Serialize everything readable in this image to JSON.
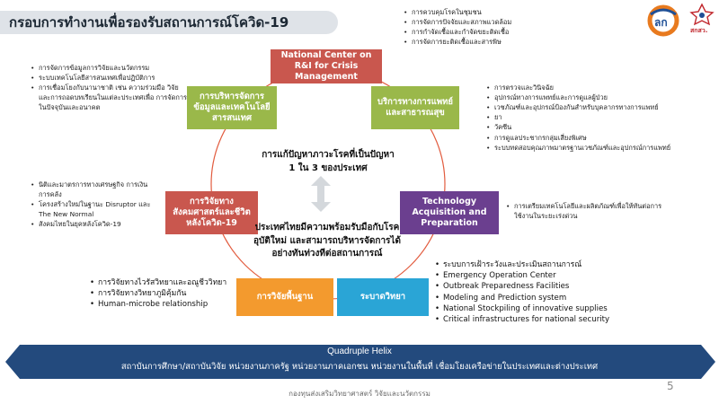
{
  "title": "กรอบการทำงานเพื่อรองรับสถานการณ์โควิด-19",
  "logos": {
    "secondary_text": "สกสว."
  },
  "nodes": {
    "center": "National Center on R&I for Crisis Management",
    "it": "การบริหารจัดการข้อมูลและเทคโนโลยีสารสนเทศ",
    "medical": "บริการทางการแพทย์และสาธารณสุข",
    "social": "การวิจัยทางสังคมศาสตร์และชีวิตหลังโควิด-19",
    "tech": "Technology Acquisition and Preparation",
    "basic": "การวิจัยพื้นฐาน",
    "epi": "ระบาดวิทยา"
  },
  "center_question": "การแก้ปัญหาภาวะโรคที่เป็นปัญหา 1 ใน 3 ของประเทศ",
  "center_statement": "ประเทศไทยมีความพร้อมรับมือกับโรคอุบัติใหม่ และสามารถบริหารจัดการได้อย่างทันท่วงทีต่อสถานการณ์",
  "lists": {
    "top_right": [
      "การควบคุมโรคในชุมชน",
      "การจัดการปัจจัยและสภาพแวดล้อม",
      "การกำจัดเชื้อและกำจัดขยะติดเชื้อ",
      "การจัดการยะติดเชื้อและสารพิษ"
    ],
    "top_left": [
      "การจัดการข้อมูลการวิจัยและนวัตกรรม",
      "ระบบเทคโนโลยีสารสนเทศเพื่อปฏิบัติการ",
      "การเชื่อมโยงกับนานาชาติ เช่น ความร่วมมือ วิจัยและการถอดบทเรียนในแต่ละประเทศเพื่อ การจัดการในปัจจุบันและอนาคต"
    ],
    "right_medical": [
      "การตรวจและวินิจฉัย",
      "อุปกรณ์ทางการแพทย์และการดูแลผู้ป่วย",
      "เวชภัณฑ์และอุปกรณ์ป้องกันสำหรับบุคลากรทางการแพทย์",
      "ยา",
      "วัคซีน",
      "การดูแลประชากรกลุ่มเสี่ยงพิเศษ",
      "ระบบทดสอบคุณภาพมาตรฐานเวชภัณฑ์และอุปกรณ์การแพทย์"
    ],
    "right_tech": [
      "การเตรียมเทคโนโลยีและผลิตภัณฑ์เพื่อให้ทันต่อการใช้งานในระยะเร่งด่วน"
    ],
    "left_social": [
      "นิติและมาตรการทางเศรษฐกิจ การเงิน การคลัง",
      "โครงสร้างใหม่ในฐานะ Disruptor และ The New Normal",
      "สังคมไทยในยุคหลังโควิด-19"
    ],
    "bottom_left": [
      "การวิจัยทางไวรัสวิทยาและอณูชีววิทยา",
      "การวิจัยทางวิทยาภูมิคุ้มกัน",
      "Human-microbe relationship"
    ],
    "bottom_right": [
      "ระบบการเฝ้าระวังและประเมินสถานการณ์",
      "Emergency Operation Center",
      "Outbreak Preparedness Facilities",
      "Modeling and Prediction system",
      "National Stockpiling of innovative supplies",
      "Critical infrastructures for national security"
    ]
  },
  "helix": {
    "title": "Quadruple Helix",
    "subtitle": "สถาบันการศึกษา/สถาบันวิจัย หน่วยงานภาครัฐ หน่วยงานภาคเอกชน หน่วยงานในพื้นที่ เชื่อมโยงเครือข่ายในประเทศและต่างประเทศ"
  },
  "footer": "กองทุนส่งเสริมวิทยาศาสตร์ วิจัยและนวัตกรรม",
  "page_number": "5",
  "colors": {
    "red_node": "#c9574e",
    "green_node": "#9ab84a",
    "purple_node": "#6b3f8f",
    "orange_node": "#f39a2e",
    "blue_node": "#2aa5d6",
    "ring": "#e25c3f",
    "helix": "#234a7d"
  }
}
